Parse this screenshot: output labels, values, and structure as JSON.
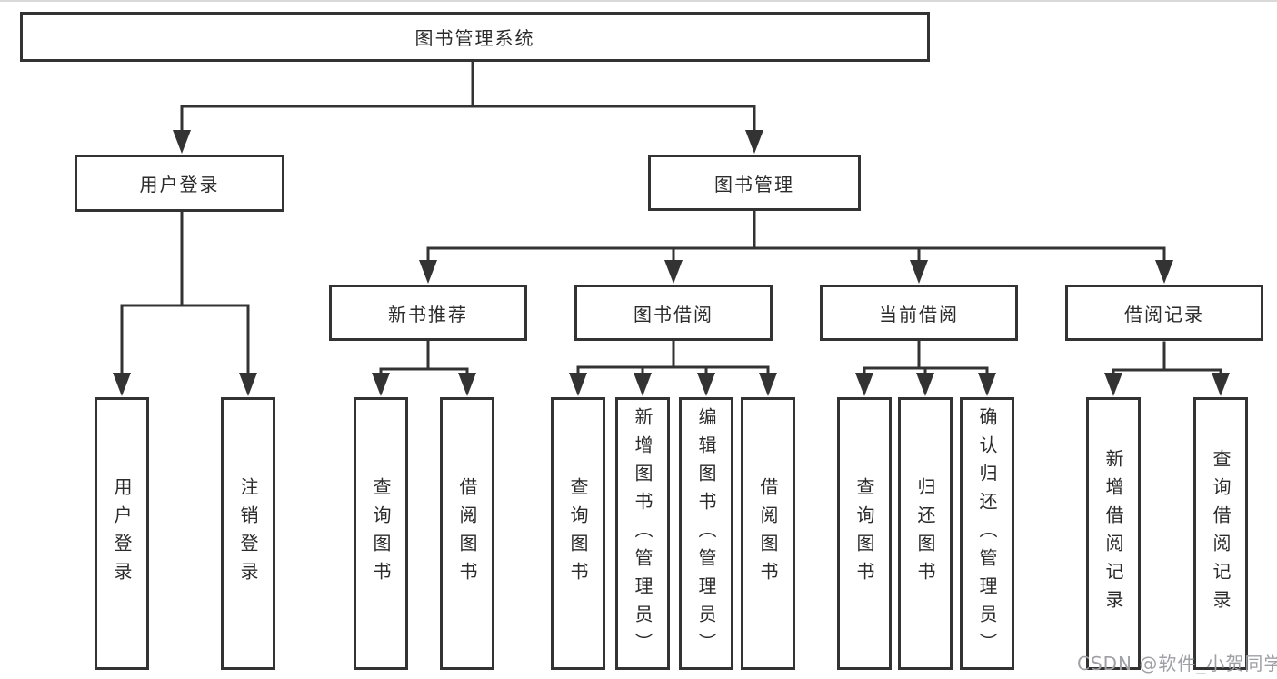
{
  "diagram": {
    "title": "图书管理系统",
    "watermark": "CSDN @软件_小贺同学",
    "colors": {
      "line": "#333333",
      "box_border": "#333333",
      "box_fill": "#ffffff",
      "text": "#2b2b2b",
      "watermark": "#9fa0a6"
    },
    "nodes": {
      "root": {
        "label": "图书管理系统"
      },
      "user_login": {
        "label": "用户登录"
      },
      "book_mgmt": {
        "label": "图书管理"
      },
      "new_book_rec": {
        "label": "新书推荐"
      },
      "book_borrow": {
        "label": "图书借阅"
      },
      "current_borrow": {
        "label": "当前借阅"
      },
      "borrow_record": {
        "label": "借阅记录"
      },
      "leaf_user_login": {
        "label": "用户登录"
      },
      "leaf_logout": {
        "label": "注销登录"
      },
      "leaf_rec_query": {
        "label": "查询图书"
      },
      "leaf_rec_borrow": {
        "label": "借阅图书"
      },
      "leaf_bb_query": {
        "label": "查询图书"
      },
      "leaf_bb_add": {
        "label": "新增图书（管理员）"
      },
      "leaf_bb_edit": {
        "label": "编辑图书（管理员）"
      },
      "leaf_bb_borrow": {
        "label": "借阅图书"
      },
      "leaf_cb_query": {
        "label": "查询图书"
      },
      "leaf_cb_return": {
        "label": "归还图书"
      },
      "leaf_cb_confirm": {
        "label": "确认归还（管理员）"
      },
      "leaf_br_add": {
        "label": "新增借阅记录"
      },
      "leaf_br_query": {
        "label": "查询借阅记录"
      }
    },
    "edges": [
      [
        "root",
        "user_login"
      ],
      [
        "root",
        "book_mgmt"
      ],
      [
        "user_login",
        "leaf_user_login"
      ],
      [
        "user_login",
        "leaf_logout"
      ],
      [
        "book_mgmt",
        "new_book_rec"
      ],
      [
        "book_mgmt",
        "book_borrow"
      ],
      [
        "book_mgmt",
        "current_borrow"
      ],
      [
        "book_mgmt",
        "borrow_record"
      ],
      [
        "new_book_rec",
        "leaf_rec_query"
      ],
      [
        "new_book_rec",
        "leaf_rec_borrow"
      ],
      [
        "book_borrow",
        "leaf_bb_query"
      ],
      [
        "book_borrow",
        "leaf_bb_add"
      ],
      [
        "book_borrow",
        "leaf_bb_edit"
      ],
      [
        "book_borrow",
        "leaf_bb_borrow"
      ],
      [
        "current_borrow",
        "leaf_cb_query"
      ],
      [
        "current_borrow",
        "leaf_cb_return"
      ],
      [
        "current_borrow",
        "leaf_cb_confirm"
      ],
      [
        "borrow_record",
        "leaf_br_add"
      ],
      [
        "borrow_record",
        "leaf_br_query"
      ]
    ]
  }
}
